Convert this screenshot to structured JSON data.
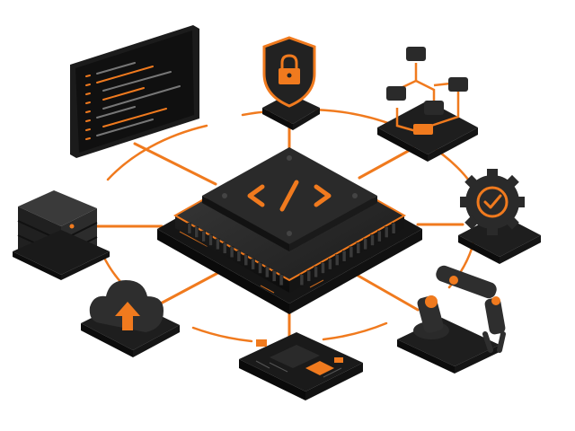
{
  "colors": {
    "accent": "#F07A1E",
    "dark": "#202020",
    "mid": "#2E2E2E",
    "light": "#3C3C3C",
    "background": "#FFFFFF"
  },
  "central_chip": {
    "icon": "code-brackets-icon",
    "label": "</>"
  },
  "nodes": [
    {
      "name": "code-monitor",
      "icon": "code-editor-icon"
    },
    {
      "name": "security-shield",
      "icon": "padlock-shield-icon"
    },
    {
      "name": "network-hierarchy",
      "icon": "network-tree-icon"
    },
    {
      "name": "server-stack",
      "icon": "server-icon"
    },
    {
      "name": "settings-gear",
      "icon": "gear-check-icon"
    },
    {
      "name": "cloud-upload",
      "icon": "cloud-upload-icon"
    },
    {
      "name": "microcontroller-board",
      "icon": "circuit-board-icon"
    },
    {
      "name": "robotic-arm",
      "icon": "robot-arm-icon"
    }
  ]
}
